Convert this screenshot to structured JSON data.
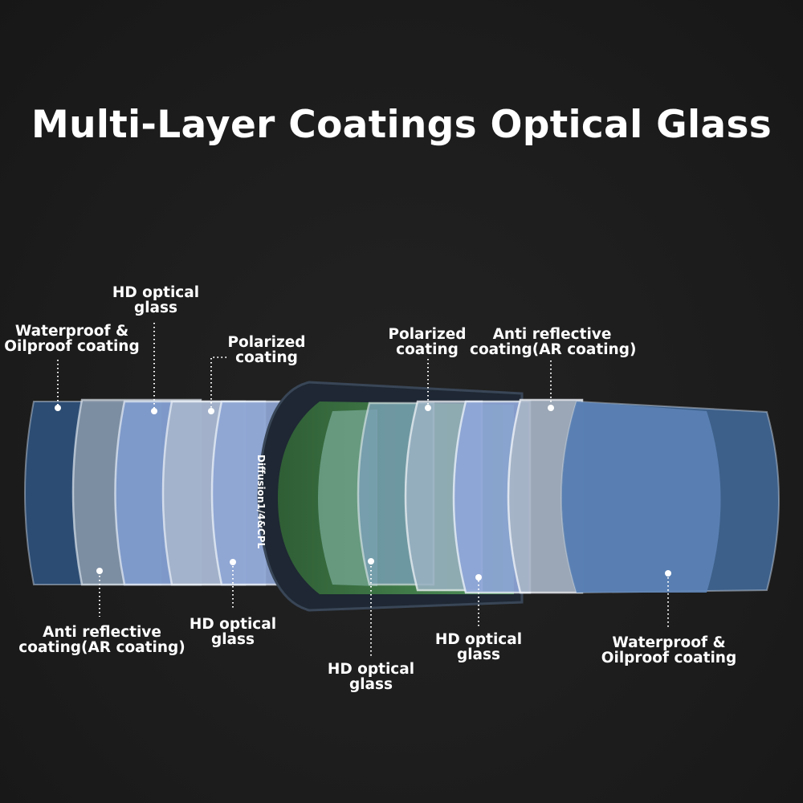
{
  "title": "Multi-Layer Coatings Optical Glass",
  "filter_label": "Diffusion1/4&CPL",
  "labels": [
    {
      "line1": "Waterproof &",
      "line2": "Oilproof coating"
    },
    {
      "line1": "HD optical",
      "line2": "glass"
    },
    {
      "line1": "Polarized",
      "line2": "coating"
    },
    {
      "line1": "Anti reflective",
      "line2": "coating(AR coating)"
    },
    {
      "line1": "HD optical",
      "line2": "glass"
    },
    {
      "line1": "HD optical",
      "line2": "glass"
    },
    {
      "line1": "Polarized",
      "line2": "coating"
    },
    {
      "line1": "Anti reflective",
      "line2": "coating(AR coating)"
    },
    {
      "line1": "HD optical",
      "line2": "glass"
    },
    {
      "line1": "Waterproof &",
      "line2": "Oilproof coating"
    }
  ]
}
